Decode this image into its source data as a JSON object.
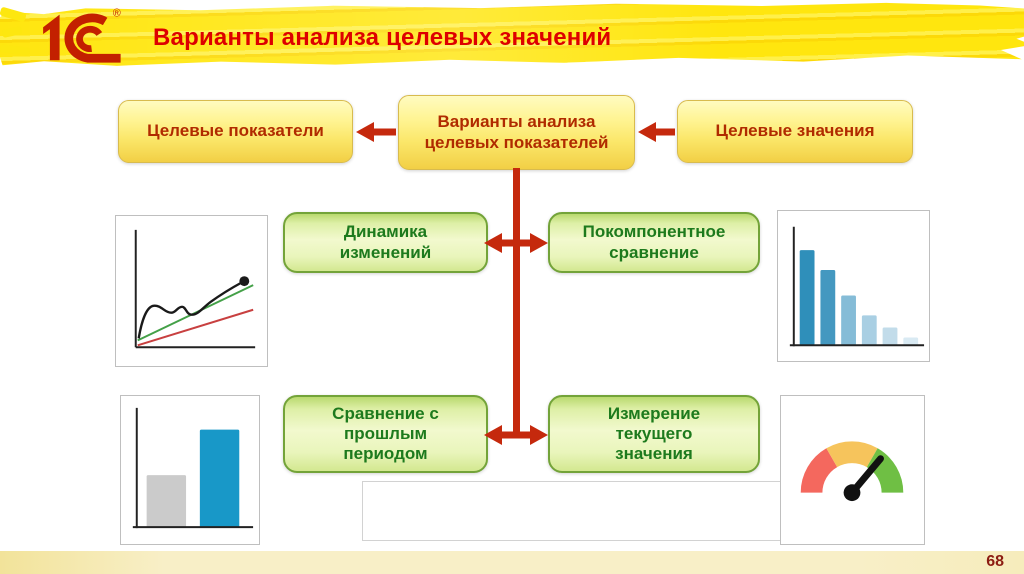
{
  "header": {
    "logo_text": "1С",
    "registered_mark": "®",
    "title": "Варианты анализа целевых значений"
  },
  "diagram": {
    "top_row": [
      {
        "id": "target-indicators",
        "label": "Целевые показатели"
      },
      {
        "id": "analysis-options",
        "label": "Варианты анализа целевых показателей"
      },
      {
        "id": "target-values",
        "label": "Целевые значения"
      }
    ],
    "analysis_boxes": [
      {
        "id": "dynamics",
        "label": "Динамика изменений"
      },
      {
        "id": "component-comparison",
        "label": "Покомпонентное сравнение"
      },
      {
        "id": "past-period-comparison",
        "label": "Сравнение с прошлым периодом"
      },
      {
        "id": "current-value-measurement",
        "label": "Измерение текущего значения"
      }
    ]
  },
  "footer": {
    "page_number": "68"
  },
  "colors": {
    "header_yellow": "#ffe60e",
    "title_red": "#dd0000",
    "logo_red": "#c32000",
    "arrow_red": "#c5290d",
    "yellow_box_text": "#b02b00",
    "green_box_text": "#1d7a1d",
    "footer_band": "#f8efc7",
    "page_number_color": "#8c1c12"
  },
  "chart_data": [
    {
      "id": "trend-line",
      "type": "line",
      "line_colors": {
        "actual": "#1a1a1a",
        "target": "#44a048",
        "threshold": "#c84040"
      },
      "endpoint_marker": true
    },
    {
      "id": "two-bar",
      "type": "bar",
      "values": [
        48,
        90
      ],
      "colors": [
        "#cbcbcb",
        "#1898c8"
      ]
    },
    {
      "id": "pareto",
      "type": "bar",
      "values": [
        86,
        68,
        45,
        27,
        16,
        7
      ],
      "colors": [
        "#2f8fba",
        "#4498c0",
        "#85bcd7",
        "#a9cfe3",
        "#c2dcea",
        "#d9eaf3"
      ]
    },
    {
      "id": "gauge",
      "type": "gauge",
      "segments": [
        {
          "color": "#f4685e"
        },
        {
          "color": "#f6c45c"
        },
        {
          "color": "#6fbf44"
        }
      ],
      "needle_angle_deg": 50
    }
  ]
}
